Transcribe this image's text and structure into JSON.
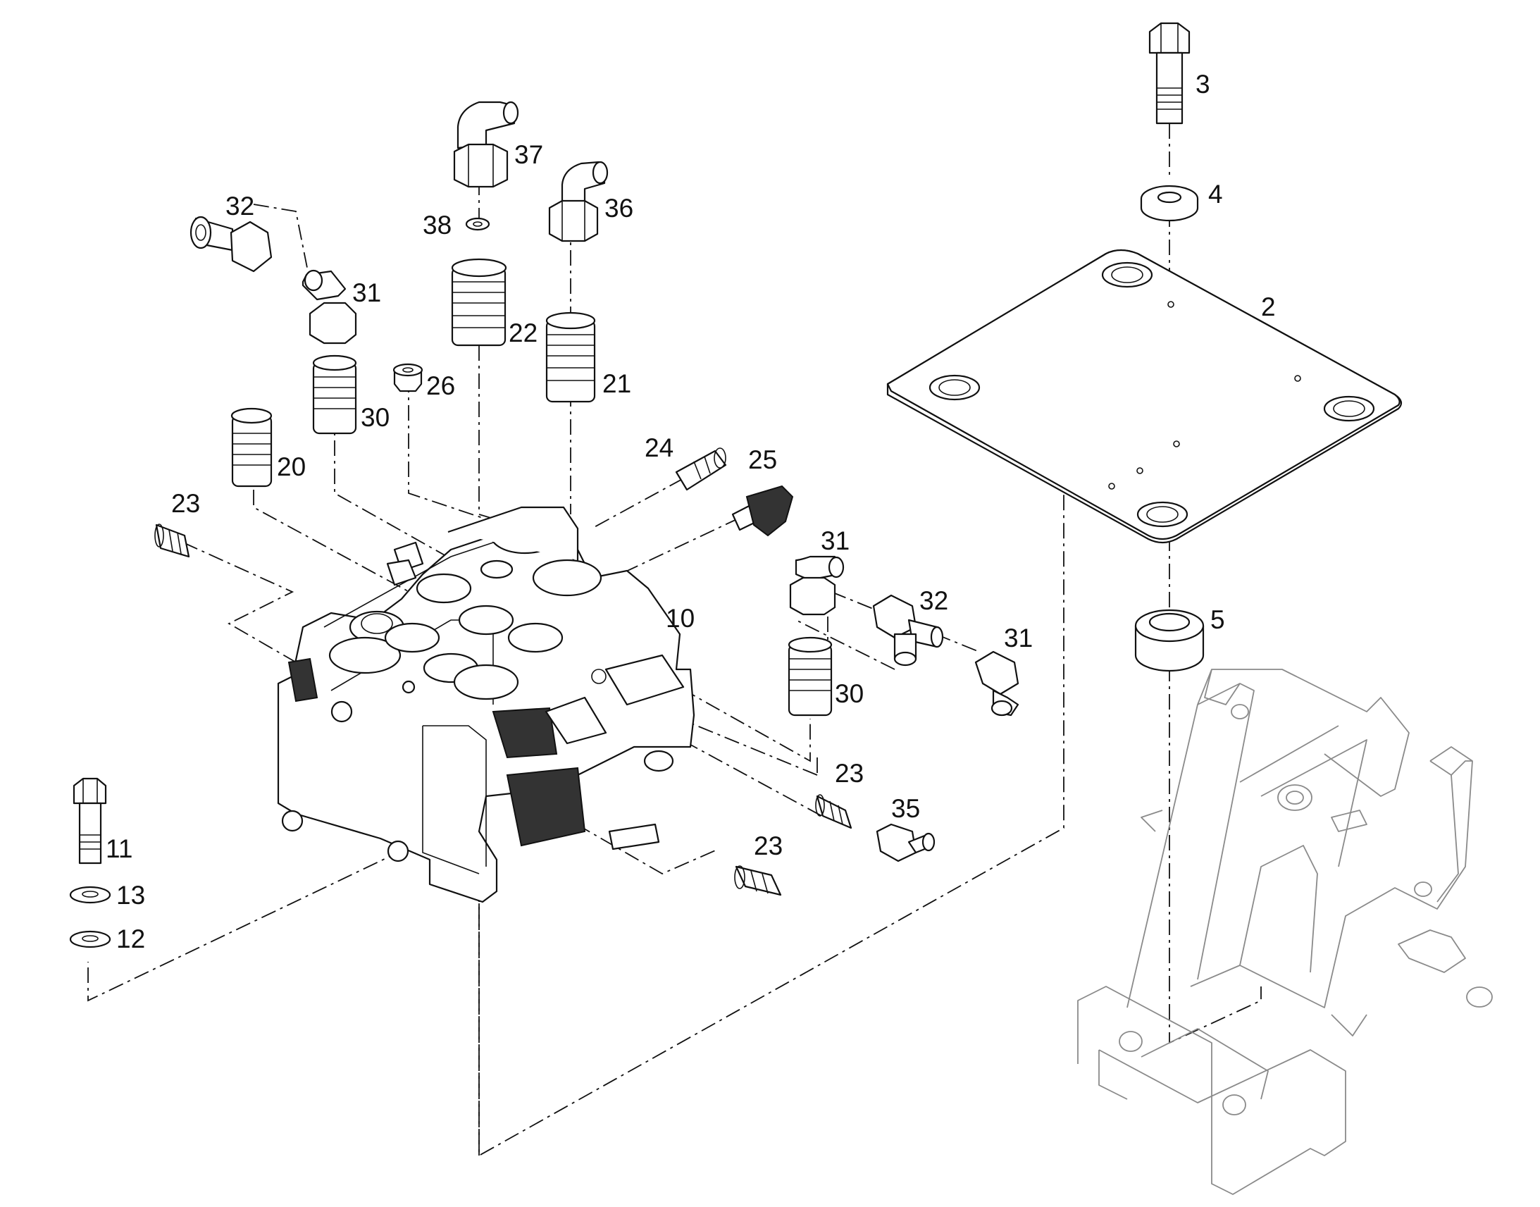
{
  "diagram": {
    "callouts": [
      {
        "id": "c3",
        "text": "3"
      },
      {
        "id": "c4",
        "text": "4"
      },
      {
        "id": "c2",
        "text": "2"
      },
      {
        "id": "c5",
        "text": "5"
      },
      {
        "id": "c37",
        "text": "37"
      },
      {
        "id": "c36",
        "text": "36"
      },
      {
        "id": "c38",
        "text": "38"
      },
      {
        "id": "c32a",
        "text": "32"
      },
      {
        "id": "c31a",
        "text": "31"
      },
      {
        "id": "c22",
        "text": "22"
      },
      {
        "id": "c21",
        "text": "21"
      },
      {
        "id": "c26",
        "text": "26"
      },
      {
        "id": "c30a",
        "text": "30"
      },
      {
        "id": "c20",
        "text": "20"
      },
      {
        "id": "c24",
        "text": "24"
      },
      {
        "id": "c25",
        "text": "25"
      },
      {
        "id": "c23a",
        "text": "23"
      },
      {
        "id": "c10",
        "text": "10"
      },
      {
        "id": "c31b",
        "text": "31"
      },
      {
        "id": "c32b",
        "text": "32"
      },
      {
        "id": "c31c",
        "text": "31"
      },
      {
        "id": "c30b",
        "text": "30"
      },
      {
        "id": "c23b",
        "text": "23"
      },
      {
        "id": "c35",
        "text": "35"
      },
      {
        "id": "c23c",
        "text": "23"
      },
      {
        "id": "c11",
        "text": "11"
      },
      {
        "id": "c13",
        "text": "13"
      },
      {
        "id": "c12",
        "text": "12"
      }
    ]
  }
}
